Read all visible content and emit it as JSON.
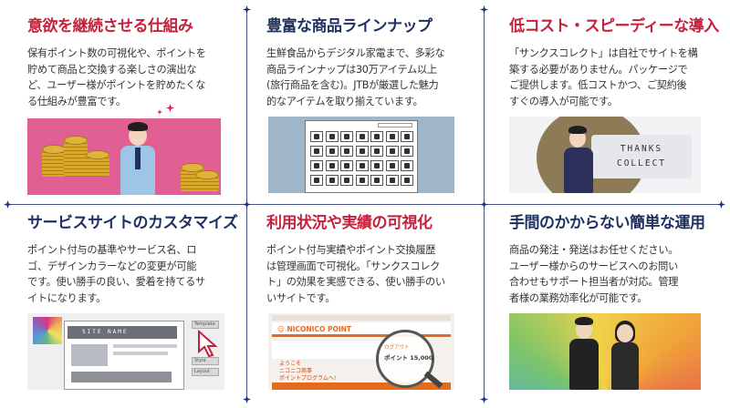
{
  "sections": [
    {
      "title": "意欲を継続させる仕組み",
      "lines": [
        "保有ポイント数の可視化や、ポイントを",
        "貯めて商品と交換する楽しさの演出な",
        "ど、ユーザー様がポイントを貯めたくな",
        "る仕組みが豊富です。"
      ]
    },
    {
      "title": "豊富な商品ラインナップ",
      "lines": [
        "生鮮食品からデジタル家電まで、多彩な",
        "商品ラインナップは30万アイテム以上",
        "(旅行商品を含む)。JTBが厳選した魅力",
        "的なアイテムを取り揃えています。"
      ]
    },
    {
      "title": "低コスト・スピーディーな導入",
      "lines": [
        "「サンクスコレクト」は自社でサイトを構",
        "築する必要がありません。パッケージで",
        "ご提供します。低コストかつ、ご契約後",
        "すぐの導入が可能です。"
      ]
    },
    {
      "title": "サービスサイトのカスタマイズ",
      "lines": [
        "ポイント付与の基準やサービス名、ロ",
        "ゴ、デザインカラーなどの変更が可能",
        "です。使い勝手の良い、愛着を持てるサ",
        "イトになります。"
      ]
    },
    {
      "title": "利用状況や実績の可視化",
      "lines": [
        "ポイント付与実績やポイント交換履歴",
        "は管理画面で可視化。「サンクスコレク",
        "ト」の効果を実感できる、使い勝手のい",
        "いサイトです。"
      ]
    },
    {
      "title": "手間のかからない簡単な運用",
      "lines": [
        "商品の発注・発送はお任せください。",
        "ユーザー様からのサービスへのお問い",
        "合わせもサポート担当者が対応。管理",
        "者様の業務効率化が可能です。"
      ]
    }
  ],
  "illustrations": {
    "thanks_logo": [
      "THANKS",
      "COLLECT"
    ],
    "site_name": "SITE NAME",
    "site_tags": [
      "Template",
      "Style",
      "Layout"
    ],
    "nico_title": "NICONICO POINT",
    "nico_sub": [
      "ようこそ",
      "ニコニコ商事",
      "ポイントプログラムへ!"
    ],
    "lens_label": "ログアウト",
    "lens_points": "ポイント 15,000",
    "colors": {
      "red": "#c4213c",
      "navy": "#1f3160",
      "pink": "#e25f93",
      "orange": "#e46a1e"
    }
  }
}
